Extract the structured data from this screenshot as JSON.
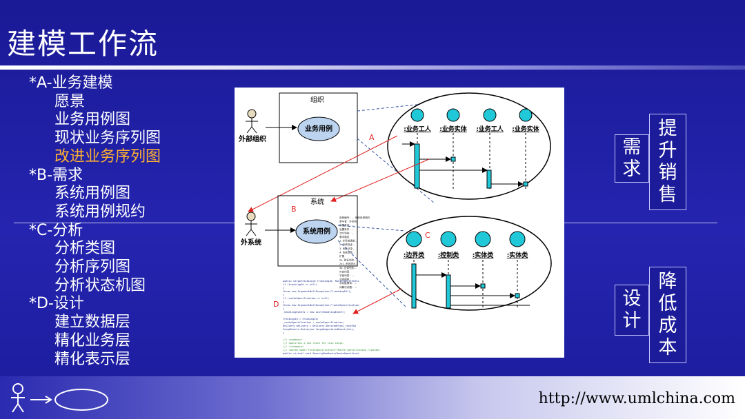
{
  "slide": {
    "title": "建模工作流",
    "footer_url": "http://www.umlchina.com"
  },
  "outline": [
    {
      "text": "*A-业务建模",
      "level": 0
    },
    {
      "text": "愿景",
      "level": 1
    },
    {
      "text": "业务用例图",
      "level": 1
    },
    {
      "text": "现状业务序列图",
      "level": 1
    },
    {
      "text": "改进业务序列图",
      "level": 1,
      "highlight": true
    },
    {
      "text": "*B-需求",
      "level": 0
    },
    {
      "text": "系统用例图",
      "level": 1
    },
    {
      "text": "系统用例规约",
      "level": 1
    },
    {
      "text": "*C-分析",
      "level": 0
    },
    {
      "text": "分析类图",
      "level": 1
    },
    {
      "text": "分析序列图",
      "level": 1
    },
    {
      "text": "分析状态机图",
      "level": 1
    },
    {
      "text": "*D-设计",
      "level": 0
    },
    {
      "text": "建立数据层",
      "level": 1
    },
    {
      "text": "精化业务层",
      "level": 1
    },
    {
      "text": "精化表示层",
      "level": 1
    }
  ],
  "side_labels": {
    "need": "需求",
    "sales": "提升销售",
    "design": "设计",
    "cost": "降低成本"
  },
  "diagram": {
    "org_box_label": "组织",
    "external_org": "外部组织",
    "business_usecase": "业务用例",
    "system_box_label": "系统",
    "external_system": "外系统",
    "system_usecase": "系统用例",
    "marker_a": "A",
    "marker_b": "B",
    "marker_c": "C",
    "marker_d": "D",
    "business_lifelines": [
      ":业务工人",
      ":业务实体",
      ":业务工人",
      ":业务实体"
    ],
    "analysis_lifelines": [
      ":边界类",
      ":控制类",
      ":实体类",
      ":实体类"
    ],
    "code_lines": [
      "public CargoTracking(b trackingId, RouteSpecificati",
      "  if (trackingId == null)",
      "  {",
      "     throw new ArgumentNullException(\"trackingId\");",
      "  }",
      "  if (routeSpecification == null)",
      "  {",
      "     throw new ArgumentNullException(\"routeSpecification",
      "  }",
      "  _handlingEvents = new List<HandlingEvent>;",
      "",
      "  TrackingId = trackingId;",
      "  _routeSpecification = routeSpecification;",
      "  Delivery delivery = Delivery.DerivedFrom(_routeSp",
      "  CargoEvents.Raise(new CargoRegisteredEvent(this,",
      "}",
      "",
      "/// <summary>",
      "/// Specifies a new route for this cargo.",
      "/// </summary>",
      "/// <param name=\"routeSpecification\">Route specification.</param>",
      "public virtual void SpecifyNewRoute(RouteSpecificat"
    ],
    "spec_lines": [
      "用例编号：…  系统用例规约",
      "参与者：外系统",
      "前置条件：…",
      "后置条件：…",
      "涉众利益：…",
      "基本路径",
      "1. 外系统请求…",
      "2. 系统验证…",
      "3. 系统记录…",
      "4. 系统反馈…",
      "扩展",
      "2a. 验证失败…",
      "2a1. 系统提示…",
      "3a. 记录失败…",
      "补充约束",
      "字段列表：…",
      "业务规则：…",
      "非功能需求：…",
      "待解决问题：…",
      "…"
    ]
  }
}
